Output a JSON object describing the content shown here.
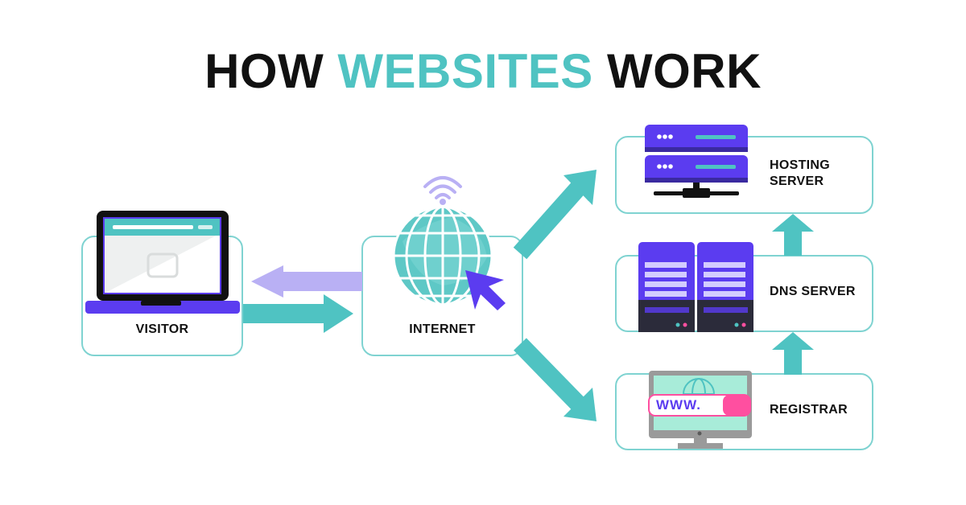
{
  "title": {
    "part1": "HOW",
    "part2": "WEBSITES",
    "part3": "WORK"
  },
  "nodes": {
    "visitor": {
      "label": "VISITOR"
    },
    "internet": {
      "label": "INTERNET"
    },
    "hosting": {
      "label_line1": "HOSTING",
      "label_line2": "SERVER"
    },
    "dns": {
      "label": "DNS SERVER"
    },
    "registrar": {
      "label": "REGISTRAR",
      "domain_text": "WWW."
    }
  },
  "colors": {
    "teal": "#4fc3c2",
    "teal_border": "#7fd3d1",
    "purple": "#5b3cf0",
    "lavender": "#b9b0f4",
    "pink": "#ff4fa0",
    "dark": "#111111"
  },
  "icons": [
    "laptop-icon",
    "globe-icon",
    "wifi-icon",
    "cursor-icon",
    "server-icon",
    "dns-server-icon",
    "monitor-icon"
  ]
}
